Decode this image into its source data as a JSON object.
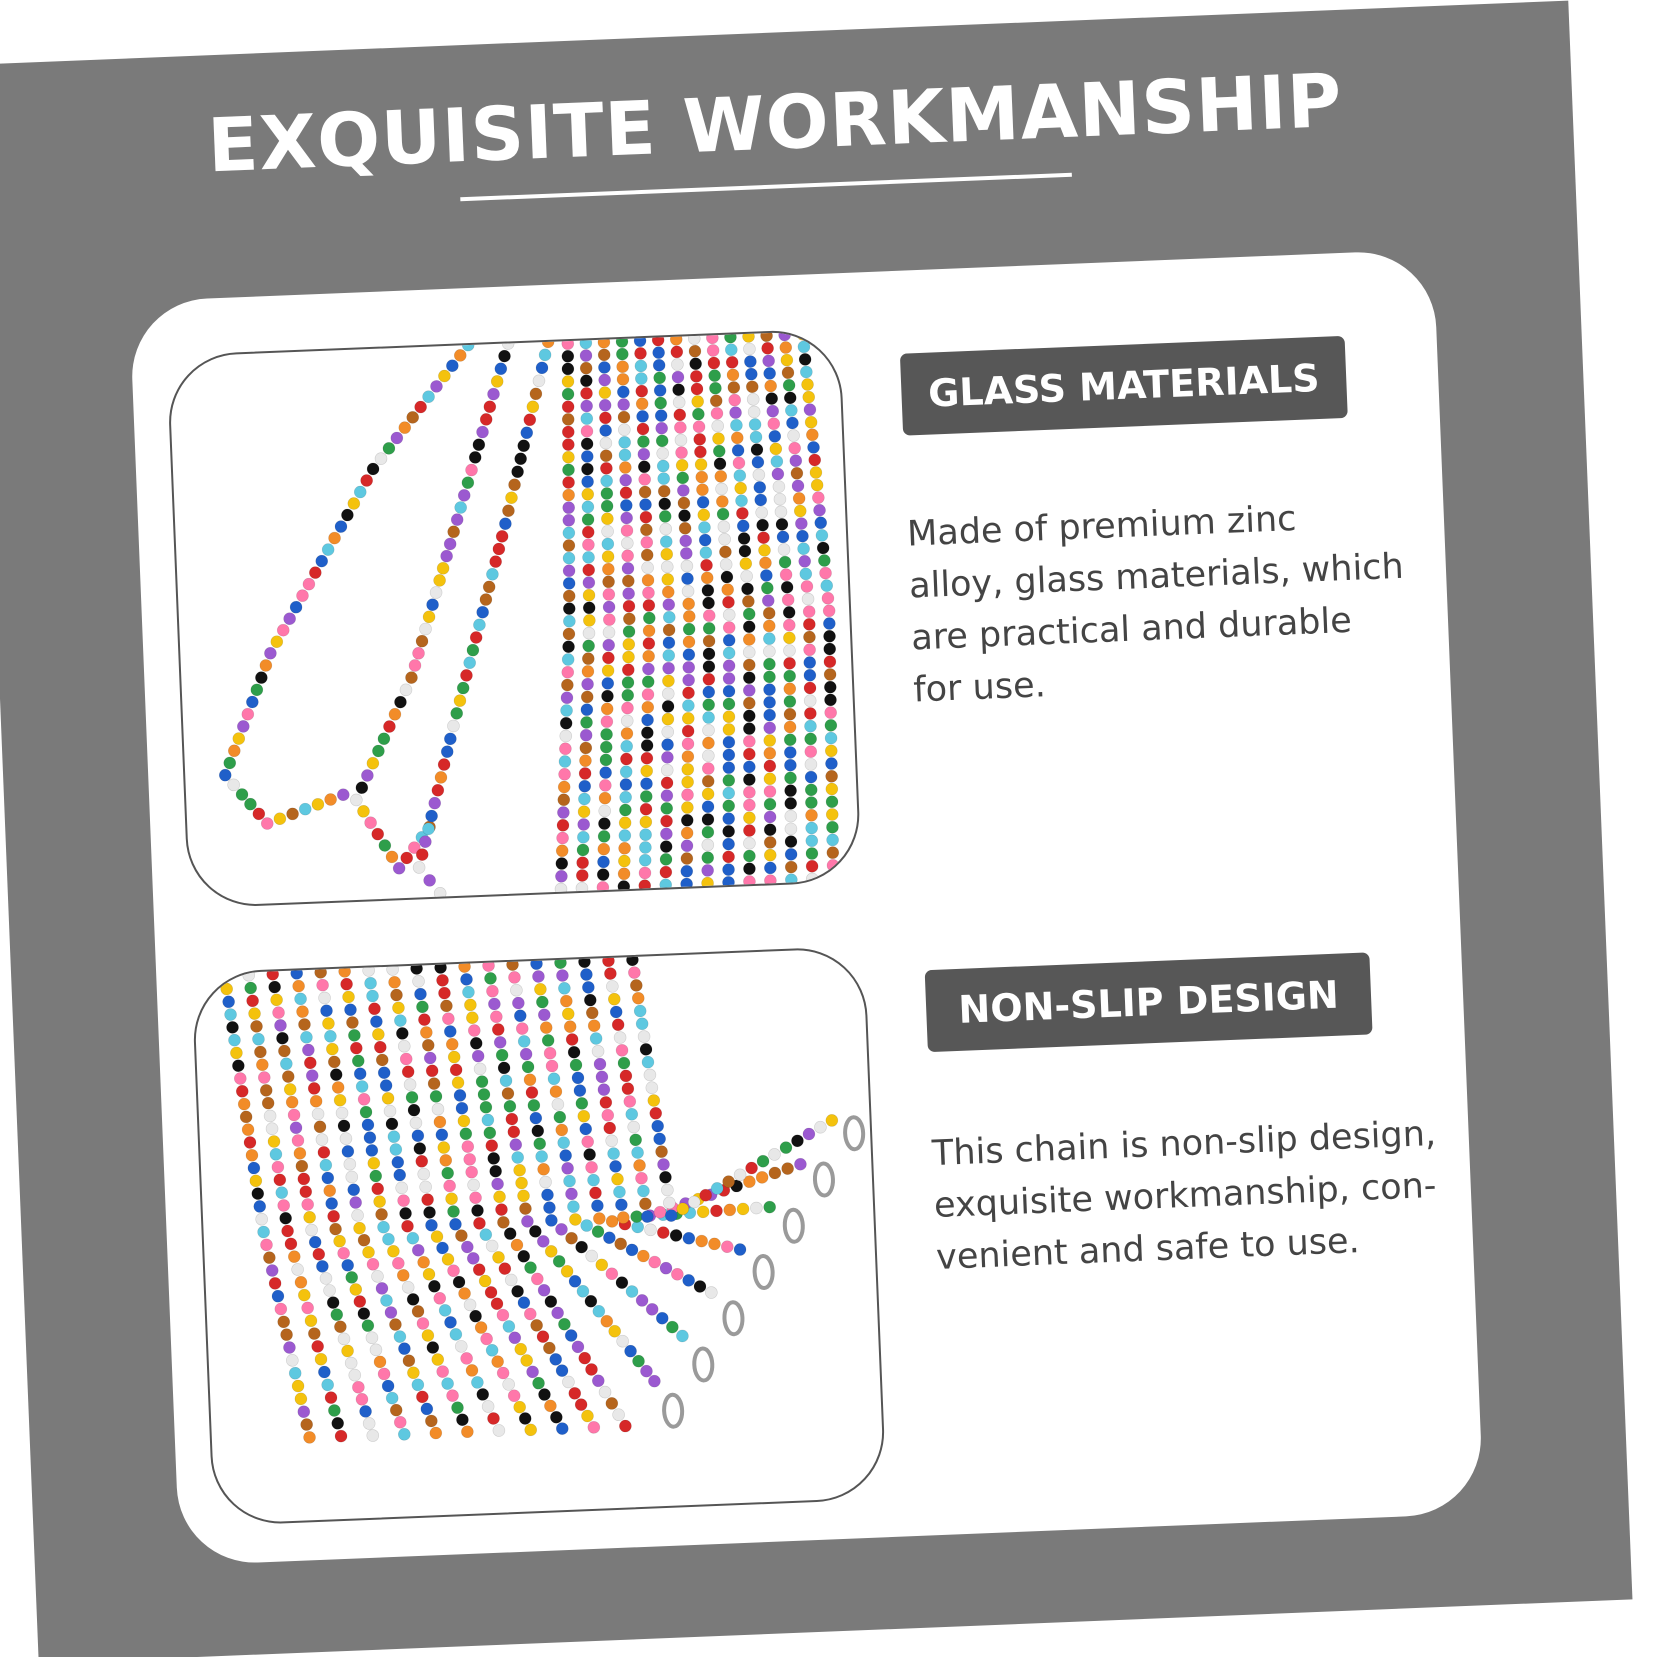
{
  "heading": {
    "title": "EXQUISITE WORKMANSHIP"
  },
  "features": [
    {
      "label": "GLASS MATERIALS",
      "description": "Made of premium zinc\nalloy, glass materials, which\nare practical and durable\nfor use.",
      "image": "beaded-necklaces-photo"
    },
    {
      "label": "NON-SLIP DESIGN",
      "description": "This chain is non-slip design,\nexquisite workmanship, con-\nvenient and safe to use.",
      "image": "beaded-chains-with-clasps-photo"
    }
  ],
  "colors": {
    "background": "#7a7a7a",
    "card": "#ffffff",
    "badge": "#575757",
    "text": "#444444",
    "beads": [
      "#d62828",
      "#1f5fc9",
      "#f4c20d",
      "#2e9e4a",
      "#9b59d0",
      "#5ec8e0",
      "#f28c28",
      "#111111",
      "#e8e8e8",
      "#b5651d",
      "#ff77aa"
    ]
  }
}
